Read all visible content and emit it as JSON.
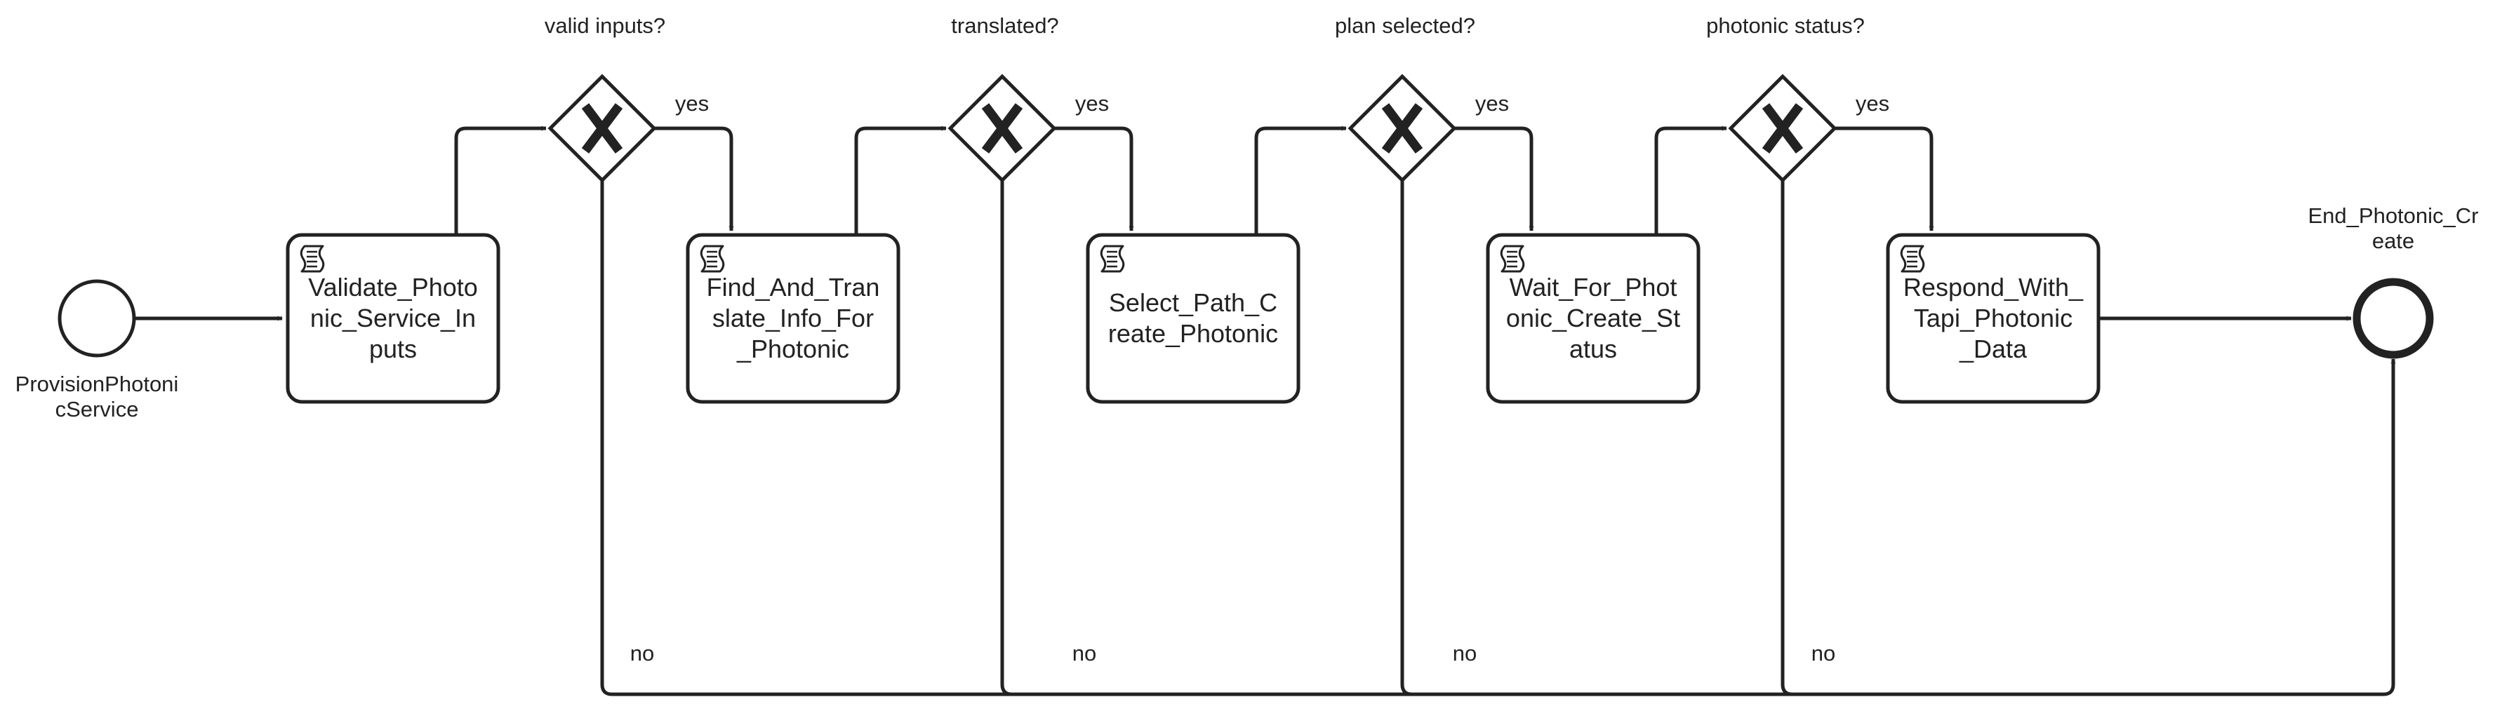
{
  "diagram": {
    "colors": {
      "stroke": "#222222",
      "fill": "#ffffff",
      "text": "#222222"
    },
    "start_event": {
      "label_lines": [
        "ProvisionPhotoni",
        "cService"
      ]
    },
    "end_event": {
      "label_lines": [
        "End_Photonic_Cr",
        "eate"
      ]
    },
    "tasks": [
      {
        "icon": "script-icon",
        "label_lines": [
          "Validate_Photo",
          "nic_Service_In",
          "puts"
        ]
      },
      {
        "icon": "script-icon",
        "label_lines": [
          "Find_And_Tran",
          "slate_Info_For",
          "_Photonic"
        ]
      },
      {
        "icon": "script-icon",
        "label_lines": [
          "Select_Path_C",
          "reate_Photonic"
        ]
      },
      {
        "icon": "script-icon",
        "label_lines": [
          "Wait_For_Phot",
          "onic_Create_St",
          "atus"
        ]
      },
      {
        "icon": "script-icon",
        "label_lines": [
          "Respond_With_",
          "Tapi_Photonic",
          "_Data"
        ]
      }
    ],
    "gateways": [
      {
        "icon": "x-marker-icon",
        "question": "valid inputs?",
        "yes_label": "yes",
        "no_label": "no"
      },
      {
        "icon": "x-marker-icon",
        "question": "translated?",
        "yes_label": "yes",
        "no_label": "no"
      },
      {
        "icon": "x-marker-icon",
        "question": "plan selected?",
        "yes_label": "yes",
        "no_label": "no"
      },
      {
        "icon": "x-marker-icon",
        "question": "photonic status?",
        "yes_label": "yes",
        "no_label": "no"
      }
    ]
  }
}
